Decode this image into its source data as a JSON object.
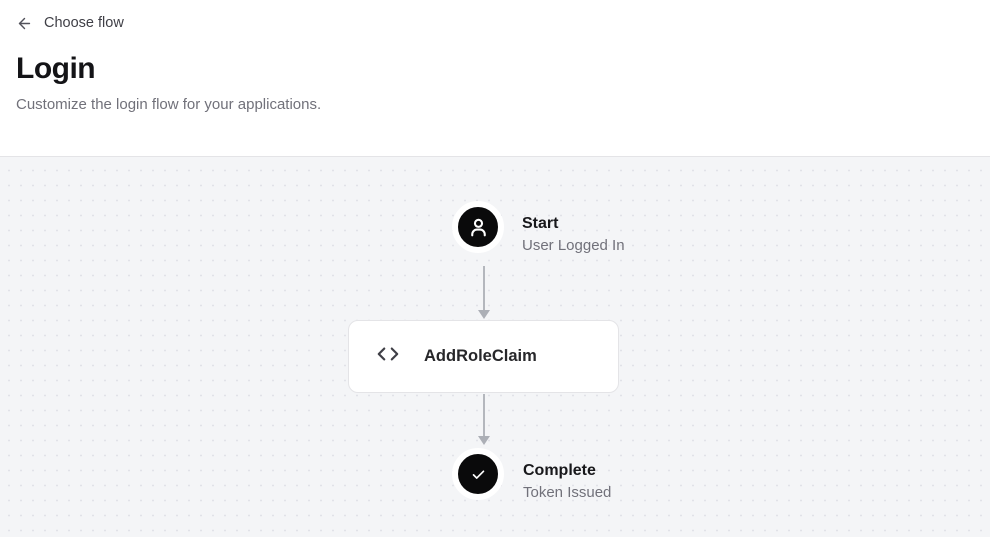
{
  "header": {
    "back_label": "Choose flow",
    "title": "Login",
    "subtitle": "Customize the login flow for your applications."
  },
  "flow": {
    "start": {
      "label": "Start",
      "sublabel": "User Logged In"
    },
    "step": {
      "label": "AddRoleClaim"
    },
    "complete": {
      "label": "Complete",
      "sublabel": "Token Issued"
    }
  },
  "icons": {
    "back": "arrow-left",
    "start": "user",
    "step": "code-brackets",
    "complete": "checkmark"
  },
  "colors": {
    "header_bg": "#ffffff",
    "canvas_bg": "#f4f5f7",
    "canvas_dot": "#e1e2e8",
    "node_bg": "#0a0a0b",
    "node_ring": "#ffffff",
    "connector": "#b4b7bd",
    "card_bg": "#ffffff",
    "card_border": "#e4e4e7",
    "text_primary": "#18181b",
    "text_secondary": "#71717a"
  }
}
